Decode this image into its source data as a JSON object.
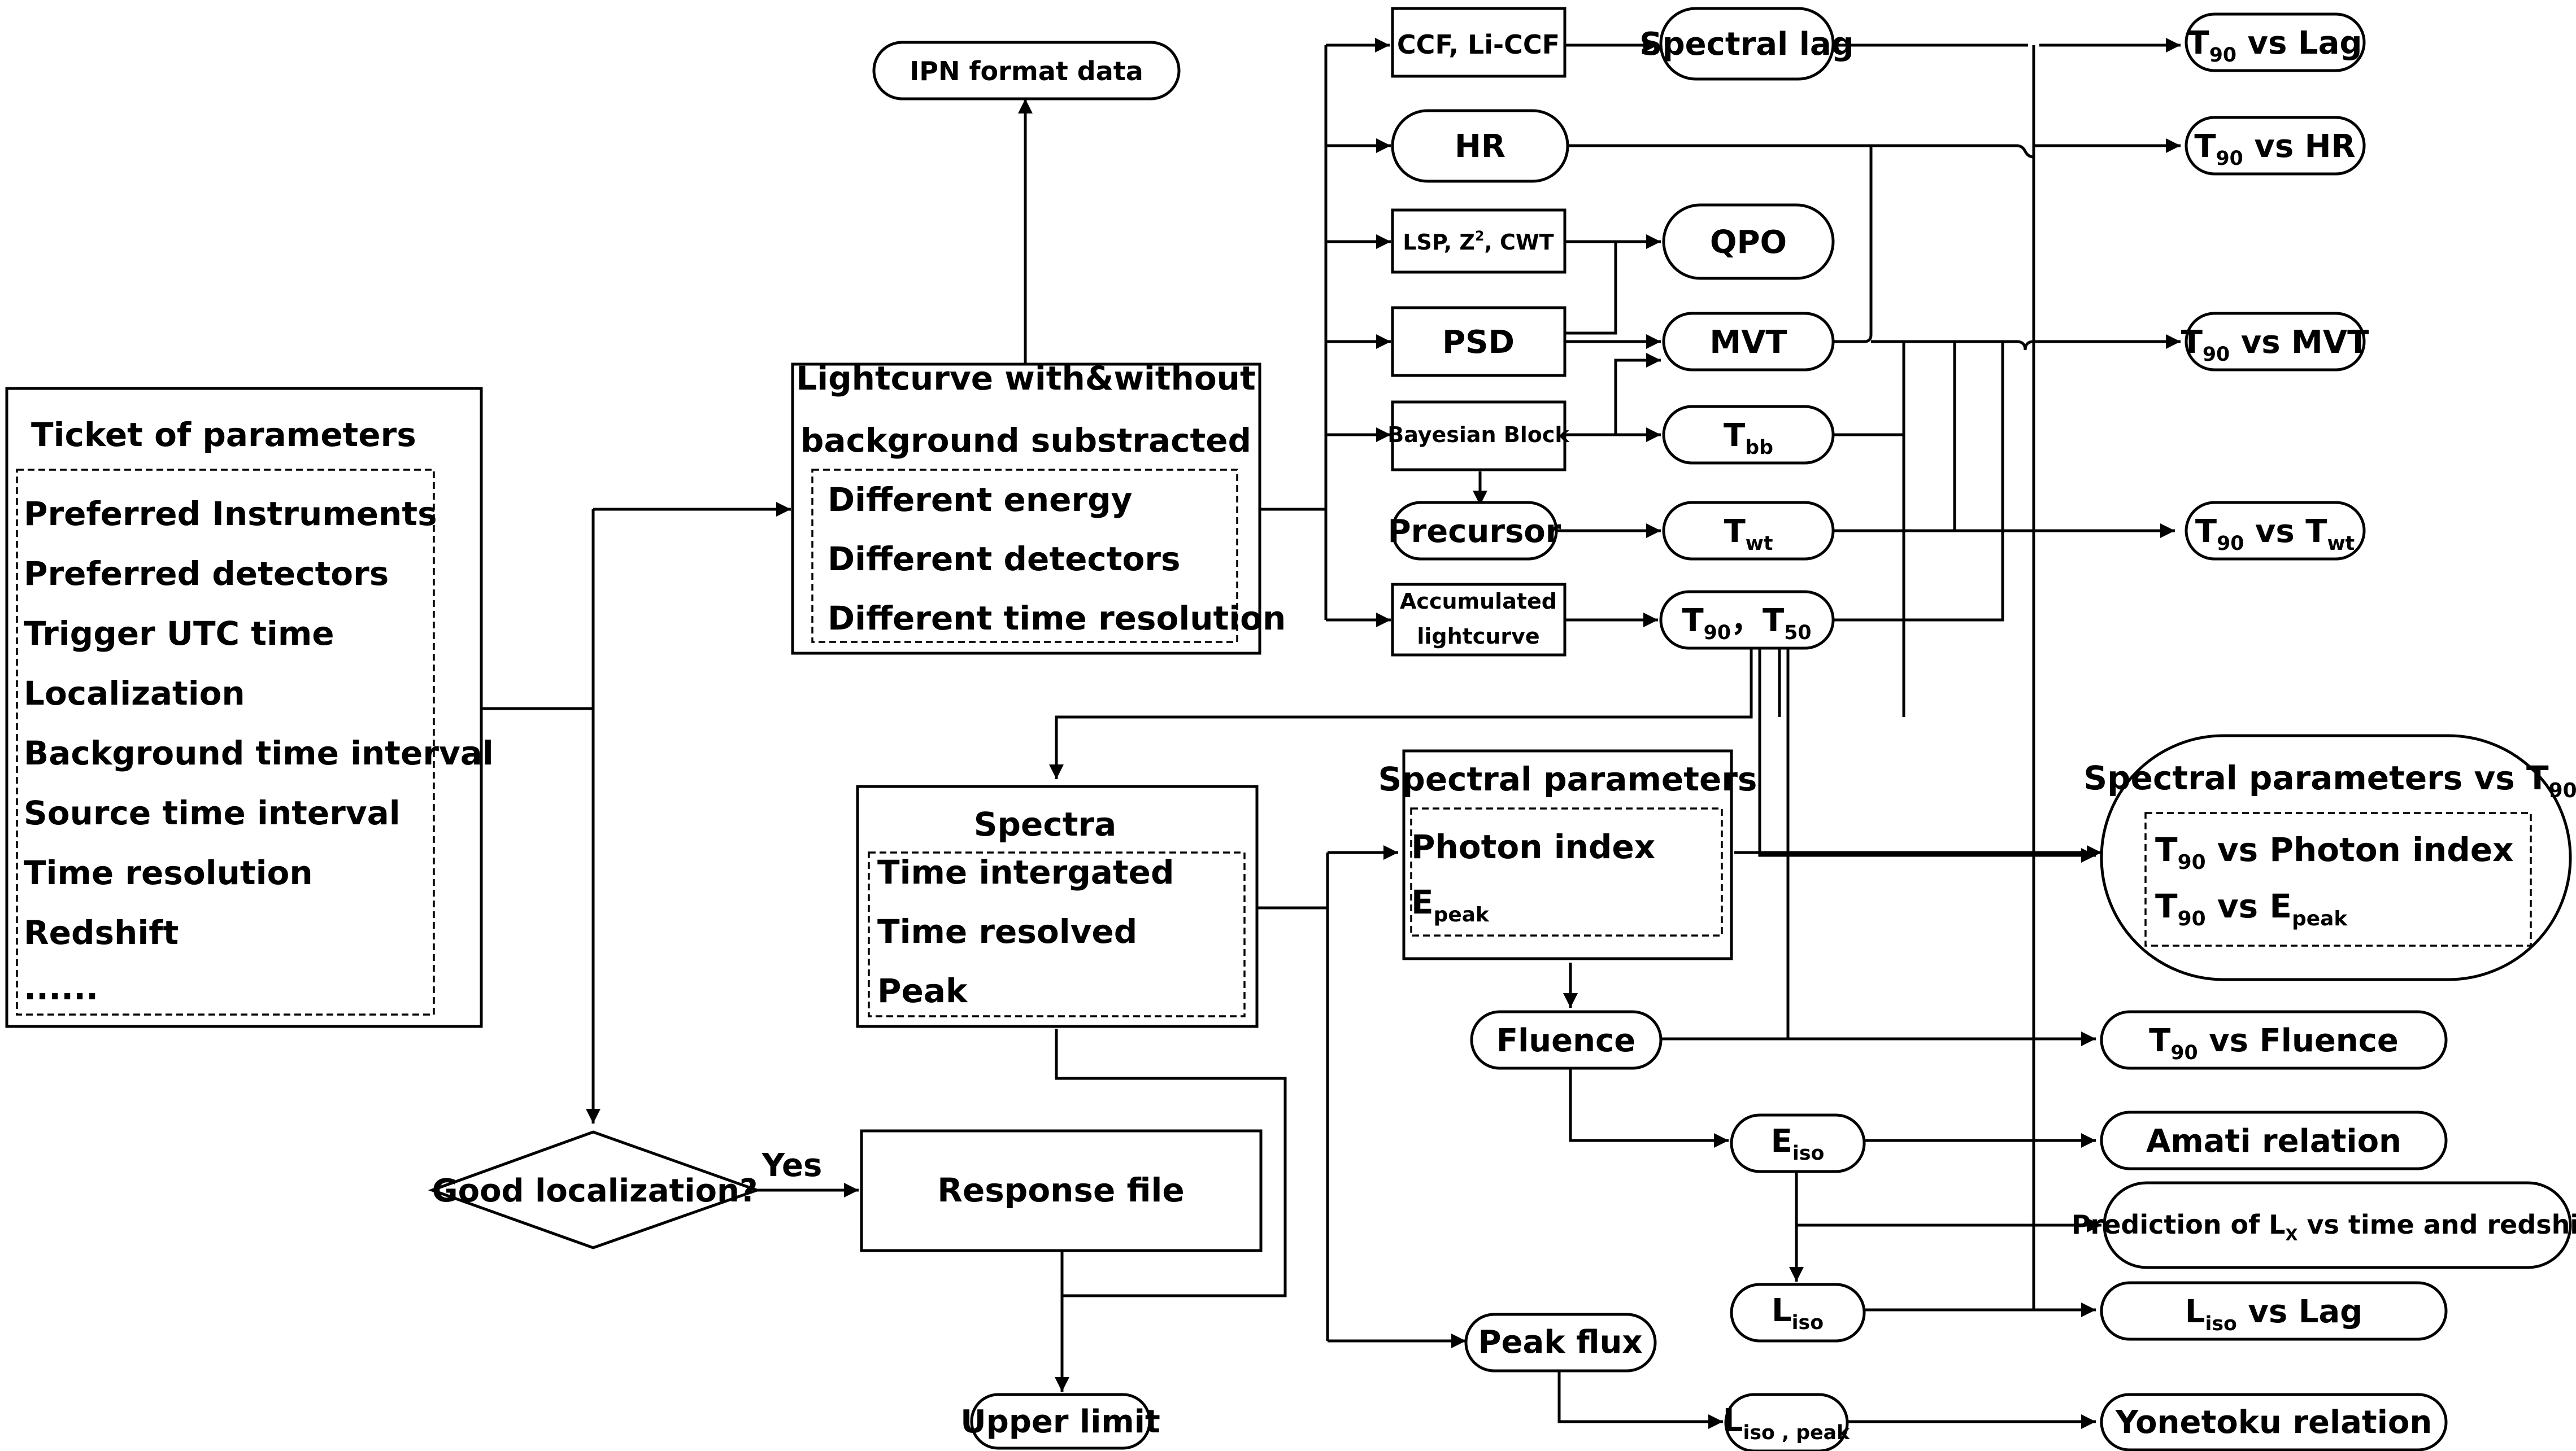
{
  "ticket": {
    "title": "Ticket of parameters",
    "items": [
      "Preferred Instruments",
      "Preferred detectors",
      "Trigger UTC time",
      "Localization",
      "Background time interval",
      "Source time interval",
      "Time resolution",
      "Redshift",
      "......"
    ]
  },
  "lightcurve": {
    "title1": "Lightcurve with&without",
    "title2": "background substracted",
    "items": [
      "Different energy",
      "Different detectors",
      "Different time resolution"
    ]
  },
  "ipn": "IPN format data",
  "methods": {
    "ccf": "CCF, Li-CCF",
    "hr": "HR",
    "lsp_prefix": "LSP, Z",
    "lsp_sup": "2",
    "lsp_suffix": ", CWT",
    "psd": "PSD",
    "bayes": "Bayesian Block",
    "precursor": "Precursor",
    "accum1": "Accumulated",
    "accum2": "lightcurve"
  },
  "products": {
    "lag": "Spectral lag",
    "qpo": "QPO",
    "mvt": "MVT",
    "tbb_base": "T",
    "tbb_sub": "bb",
    "twt_base": "T",
    "twt_sub": "wt",
    "t90_base": "T",
    "t90_sub": "90",
    "sep": "，",
    "t50_base": "T",
    "t50_sub": "50"
  },
  "results": {
    "lag_pre": "T",
    "lag_sub": "90",
    "lag_suf": " vs Lag",
    "hr_pre": "T",
    "hr_sub": "90",
    "hr_suf": " vs HR",
    "mvt_pre": "T",
    "mvt_sub": "90",
    "mvt_suf": " vs MVT",
    "twt_pre": "T",
    "twt_sub": "90",
    "twt_mid": "  vs T",
    "twt_sub2": "wt"
  },
  "spectra": {
    "title": "Spectra",
    "items": [
      "Time intergated",
      "Time resolved",
      "Peak"
    ]
  },
  "spectral_params": {
    "title": "Spectral parameters",
    "photon_index": "Photon index",
    "epeak_base": "E",
    "epeak_sub": "peak"
  },
  "spvt": {
    "title": "Spectral parameters vs T",
    "title_sub": "90",
    "item1_pre": "T",
    "item1_sub": "90",
    "item1_suf": "  vs Photon index",
    "item2_pre": "T",
    "item2_sub": "90",
    "item2_mid": "  vs E",
    "item2_sub2": "peak"
  },
  "fluence": {
    "label": "Fluence",
    "result_pre": "T",
    "result_sub": "90",
    "result_suf": "  vs Fluence"
  },
  "eiso": {
    "base": "E",
    "sub": "iso",
    "amati": "Amati relation",
    "pred_pre": "Prediction of L",
    "pred_sub": "X",
    "pred_suf": "  vs time and redshift"
  },
  "liso": {
    "base": "L",
    "sub": "iso",
    "res_base": "L",
    "res_sub": "iso",
    "res_suf": " vs Lag"
  },
  "peakflux": {
    "label": "Peak flux",
    "lpk_base": "L",
    "lpk_sub": "iso , peak",
    "yonetoku": "Yonetoku relation"
  },
  "decision": {
    "label": "Good localization?",
    "yes": "Yes"
  },
  "response": "Response file",
  "upper_limit": "Upper limit"
}
